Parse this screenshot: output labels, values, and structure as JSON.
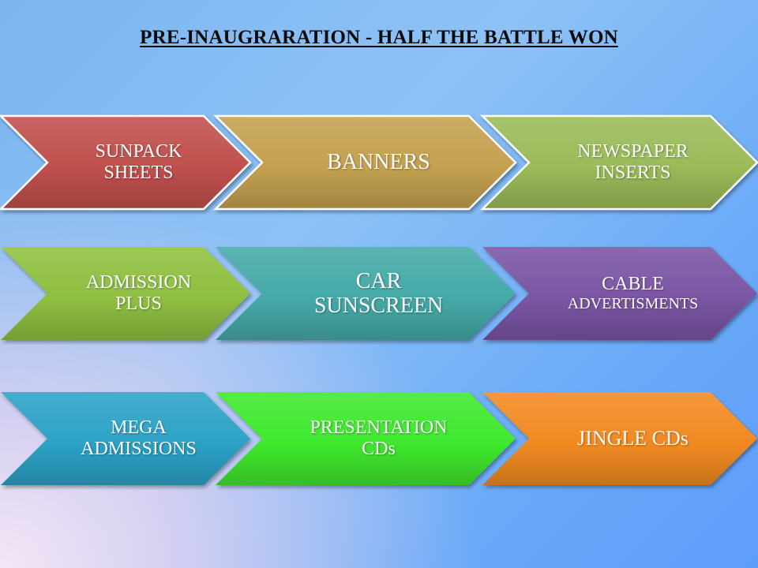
{
  "title": "PRE-INAUGRARATION - HALF THE BATTLE WON",
  "rows": [
    [
      {
        "label": "SUNPACK\nSHEETS",
        "color": "#c0504d"
      },
      {
        "label": "BANNERS",
        "color": "#c4a150"
      },
      {
        "label": "NEWSPAPER\nINSERTS",
        "color": "#9bbb59"
      }
    ],
    [
      {
        "label": "ADMISSION\nPLUS",
        "color": "#8fbf40"
      },
      {
        "label": "CAR\nSUNSCREEN",
        "color": "#45aaa8"
      },
      {
        "label": "CABLE\nADVERTISMENTS",
        "color": "#7a55a4"
      }
    ],
    [
      {
        "label": "MEGA\nADMISSIONS",
        "color": "#2ca2c7"
      },
      {
        "label": "PRESENTATION\nCDs",
        "color": "#3fe82e"
      },
      {
        "label": "JINGLE CDs",
        "color": "#f28a22"
      }
    ]
  ]
}
